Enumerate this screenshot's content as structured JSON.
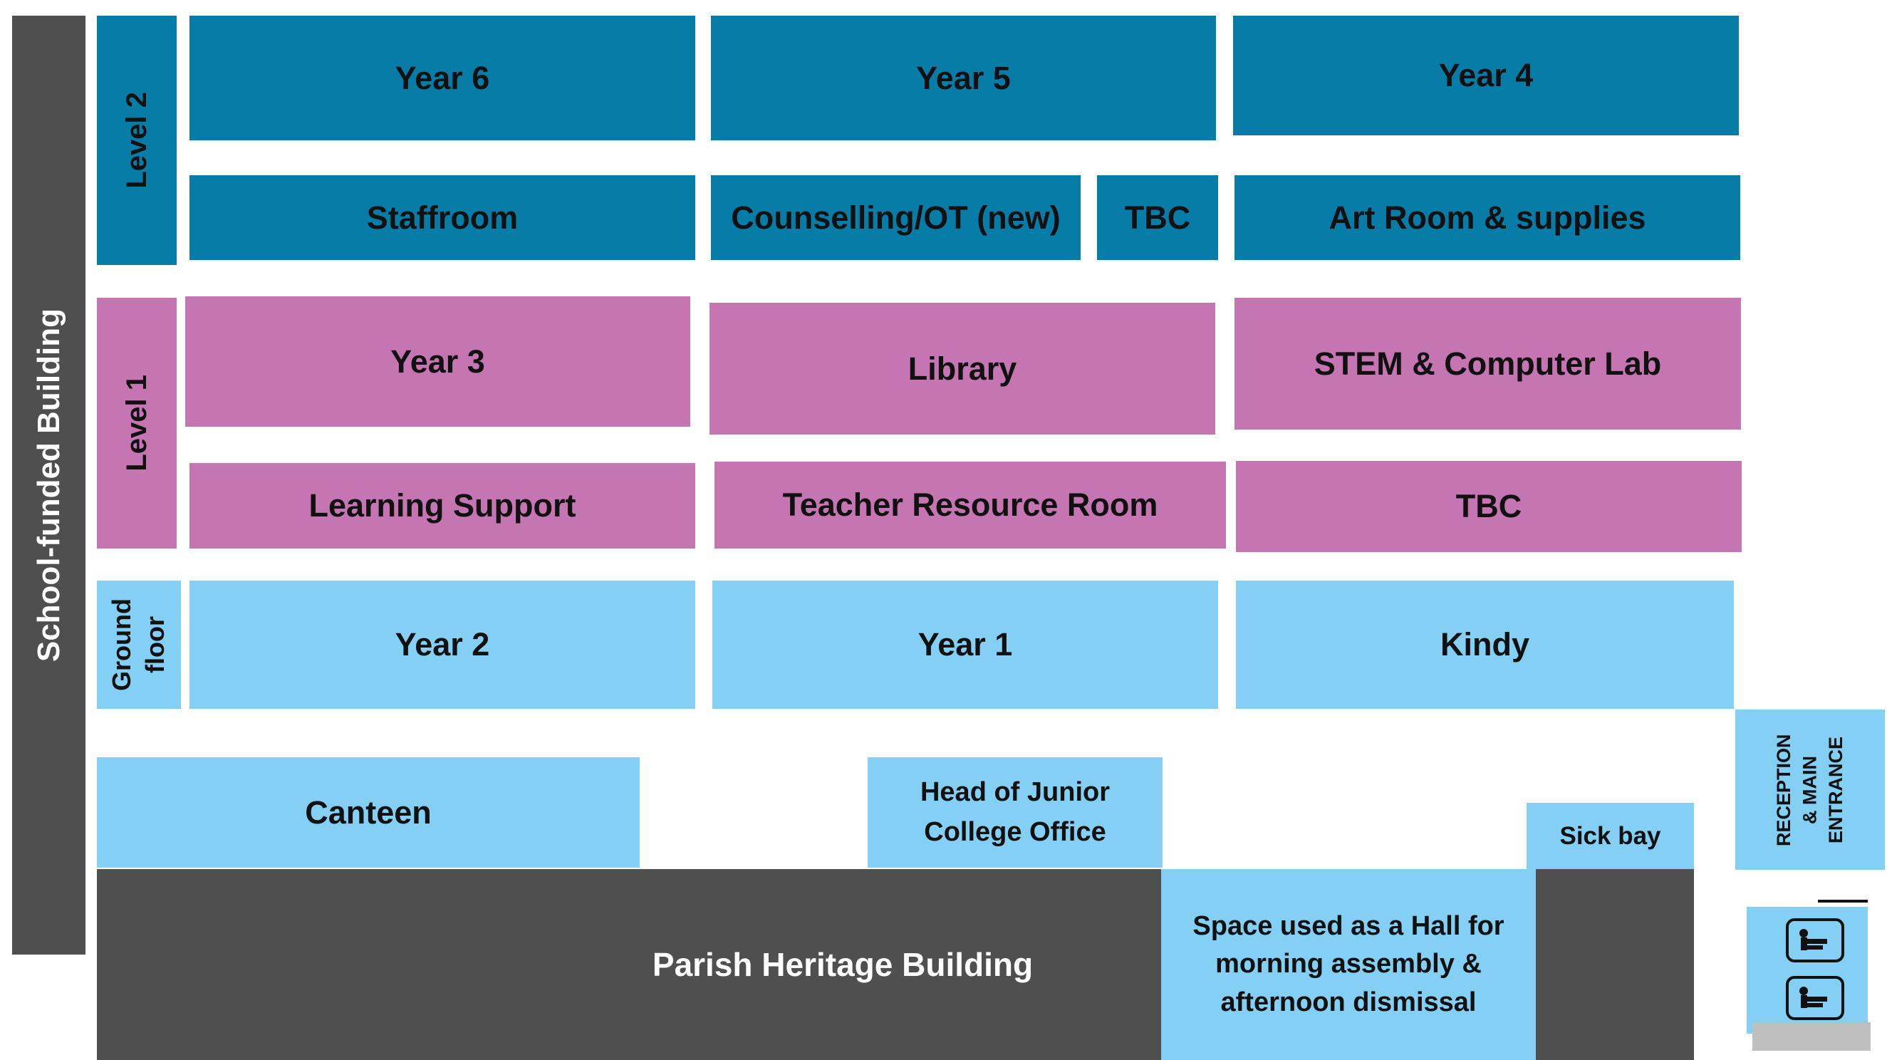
{
  "building_label": "School-funded Building",
  "levels": {
    "level2": "Level 2",
    "level1": "Level 1",
    "ground": "Ground floor"
  },
  "rooms": {
    "year6": "Year 6",
    "year5": "Year 5",
    "year4": "Year 4",
    "staffroom": "Staffroom",
    "counselling": "Counselling/OT (new)",
    "tbc_l2": "TBC",
    "art_room": "Art Room & supplies",
    "year3": "Year 3",
    "library": "Library",
    "stem": "STEM & Computer Lab",
    "learning_support": "Learning Support",
    "teacher_resource": "Teacher Resource Room",
    "tbc_l1": "TBC",
    "year2": "Year 2",
    "year1": "Year 1",
    "kindy": "Kindy",
    "canteen": "Canteen",
    "head_office": "Head of Junior College Office",
    "sick_bay": "Sick bay",
    "reception": "RECEPTION & MAIN ENTRANCE",
    "parish": "Parish Heritage Building",
    "hall": "Space used as a Hall for morning assembly & afternoon dismissal"
  },
  "icons": [
    "person-sign-icon",
    "person-sign-icon"
  ],
  "colors": {
    "level2": "#077ca7",
    "level1": "#c575b1",
    "ground": "#84cff4",
    "dark": "#4f4f4f"
  }
}
